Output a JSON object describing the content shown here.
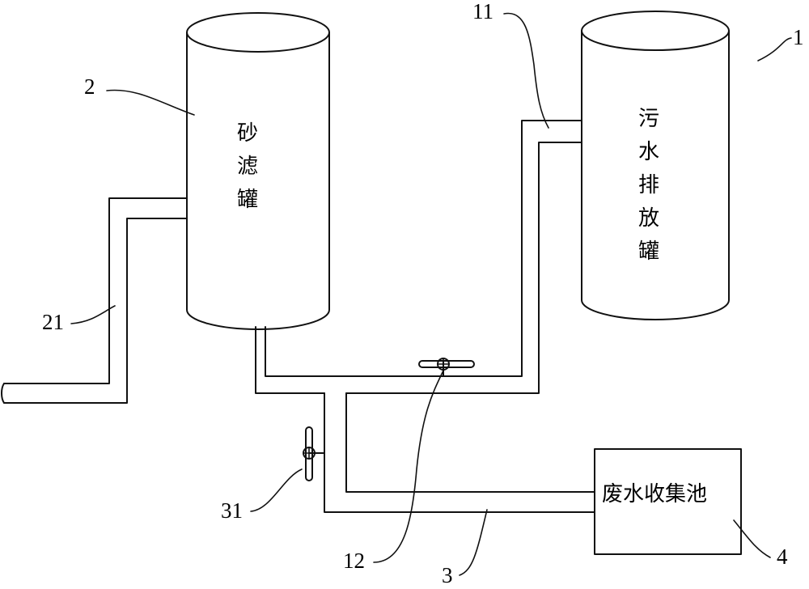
{
  "components": {
    "sand_filter_tank": {
      "ref": "2",
      "label": [
        "砂",
        "滤",
        "罐"
      ]
    },
    "sewage_discharge_tank": {
      "ref": "1",
      "label": [
        "污",
        "水",
        "排",
        "放",
        "罐"
      ]
    },
    "wastewater_collection_pool": {
      "ref": "4",
      "label": "废水收集池"
    },
    "inlet_pipe": {
      "ref": "21"
    },
    "connecting_pipe": {
      "ref": "11"
    },
    "valve_upper": {
      "ref": "12"
    },
    "valve_left": {
      "ref": "31"
    },
    "drain_pipe": {
      "ref": "3"
    }
  }
}
